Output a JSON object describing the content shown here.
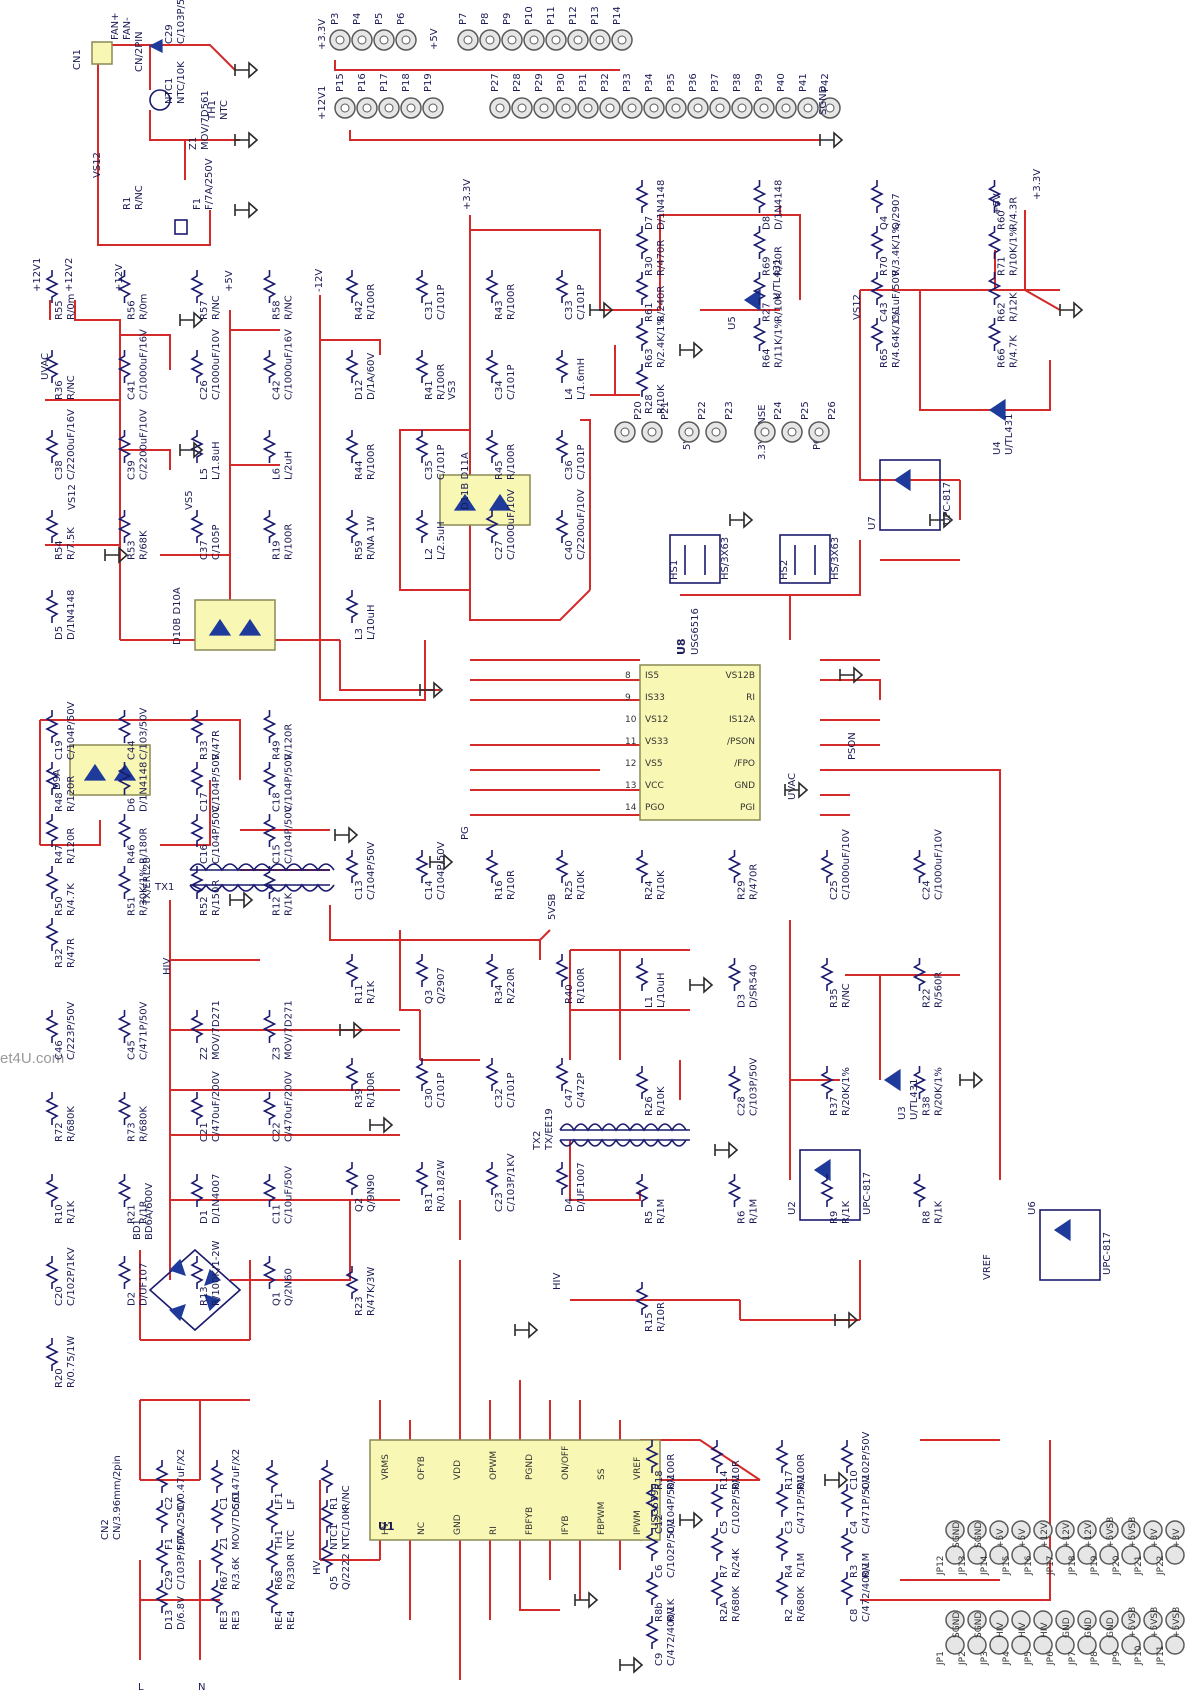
{
  "watermark": "et4U.com",
  "rails": {
    "v12": "+12V",
    "v5": "+5V",
    "v3_3": "+3.3V",
    "vm12": "-12V",
    "v12v1": "+12V1",
    "v12v2": "+12V2",
    "v5sb": "5VSB",
    "uvac": "UVAC",
    "vref": "VREF",
    "hiv": "HIV",
    "pg": "PG",
    "pson": "PSON",
    "vs12": "VS12",
    "vs5": "VS5",
    "vs3": "VS3"
  },
  "ic_u8": {
    "ref": "U8",
    "part": "USG6516",
    "left_pins": [
      "IS5",
      "IS33",
      "VS12",
      "VS33",
      "VS5",
      "VCC",
      "PGO"
    ],
    "left_nums": [
      "8",
      "9",
      "10",
      "11",
      "12",
      "13",
      "14"
    ],
    "right_pins": [
      "VS12B",
      "RI",
      "IS12A",
      "/PSON",
      "/FPO",
      "GND",
      "PGI"
    ]
  },
  "ic_u1": {
    "ref": "U1",
    "part": "USG6799",
    "top_pins": [
      "VRMS",
      "OFYB",
      "VDD",
      "OPWM",
      "PGND",
      "ON/OFF",
      "SS",
      "VREF"
    ],
    "bottom_pins": [
      "HV",
      "NC",
      "GND",
      "RI",
      "FBFYB",
      "IFYB",
      "FBPWM",
      "IPWM"
    ]
  },
  "transformers": [
    {
      "ref": "TX1",
      "part": "TX/ERL28"
    },
    {
      "ref": "TX2",
      "part": "TX/EE19"
    }
  ],
  "connectors": {
    "cn1": {
      "ref": "CN1",
      "pins": [
        "FAN+",
        "FAN-"
      ],
      "part": "CN/2PIN"
    },
    "cn2": {
      "ref": "CN2",
      "part": "CN/3.96mm/2pin"
    },
    "top_row_a": [
      "P3",
      "P4",
      "P5",
      "P6",
      "P7",
      "P8",
      "P9",
      "P10",
      "P11",
      "P12",
      "P13",
      "P14"
    ],
    "top_row_b": [
      "P15",
      "P16",
      "P17",
      "P18",
      "P19",
      "P27",
      "P28",
      "P29",
      "P30",
      "P31",
      "P32",
      "P33",
      "P34",
      "P35",
      "P36",
      "P37",
      "P38",
      "P39",
      "P40",
      "P41",
      "P42"
    ],
    "sense_pins": [
      "P20",
      "P21",
      "P22",
      "P23",
      "P24",
      "P25",
      "P26"
    ],
    "jp_row_1": [
      "JP12",
      "JP13",
      "JP14",
      "JP15",
      "JP16",
      "JP17",
      "JP18",
      "JP19",
      "JP20",
      "JP21",
      "JP22"
    ],
    "jp_row_1_nets": [
      "SGND",
      "SGND",
      "+5V",
      "+5V",
      "+12V",
      "+12V",
      "+12V",
      "+5VSB",
      "+5VSB",
      "+3V",
      "+3V"
    ],
    "jp_row_2": [
      "JP1",
      "JP2",
      "JP3",
      "JP4",
      "JP5",
      "JP6",
      "JP7",
      "JP8",
      "JP9",
      "JP10",
      "JP11"
    ],
    "jp_row_2_nets": [
      "SGND",
      "SGND",
      "HIV",
      "HIV",
      "HIV",
      "GND",
      "GND",
      "GND",
      "+5VSB",
      "+5VSB",
      "+5VSB"
    ]
  },
  "rectifiers": [
    {
      "ref": "D9",
      "part": "D9A"
    },
    {
      "ref": "D10",
      "part": "D10B D10A"
    },
    {
      "ref": "D11",
      "part": "D11B D11A"
    },
    {
      "ref": "BD1",
      "part": "BD6A/600V"
    }
  ],
  "optos": [
    {
      "ref": "U7",
      "part": "UPC-817"
    },
    {
      "ref": "U2",
      "part": "UPC-817"
    },
    {
      "ref": "U6",
      "part": "UPC-817"
    }
  ],
  "regulators": [
    {
      "ref": "U5",
      "part": "U/TL431"
    },
    {
      "ref": "U4",
      "part": "U/TL431"
    },
    {
      "ref": "U3",
      "part": "U/TL431"
    }
  ],
  "heatsinks": [
    {
      "ref": "HS1",
      "part": "HS/3X63"
    },
    {
      "ref": "HS2",
      "part": "HS/3X63"
    }
  ],
  "components": [
    {
      "ref": "R55",
      "val": "R/0m"
    },
    {
      "ref": "R56",
      "val": "R/0m"
    },
    {
      "ref": "R57",
      "val": "R/NC"
    },
    {
      "ref": "R58",
      "val": "R/NC"
    },
    {
      "ref": "R36",
      "val": "R/NC"
    },
    {
      "ref": "C41",
      "val": "C/1000uF/16V"
    },
    {
      "ref": "C26",
      "val": "C/1000uF/10V"
    },
    {
      "ref": "C42",
      "val": "C/1000uF/16V"
    },
    {
      "ref": "C38",
      "val": "C/2200uF/16V"
    },
    {
      "ref": "C39",
      "val": "C/2200uF/10V"
    },
    {
      "ref": "L5",
      "val": "L/1.8uH"
    },
    {
      "ref": "L6",
      "val": "L/2uH"
    },
    {
      "ref": "R54",
      "val": "R/7.5K"
    },
    {
      "ref": "R53",
      "val": "R/68K"
    },
    {
      "ref": "C37",
      "val": "C/105P"
    },
    {
      "ref": "R19",
      "val": "R/100R"
    },
    {
      "ref": "D5",
      "val": "D/1N4148"
    },
    {
      "ref": "R42",
      "val": "R/100R"
    },
    {
      "ref": "C31",
      "val": "C/101P"
    },
    {
      "ref": "R43",
      "val": "R/100R"
    },
    {
      "ref": "C33",
      "val": "C/101P"
    },
    {
      "ref": "D12",
      "val": "D/1A/60V"
    },
    {
      "ref": "R41",
      "val": "R/100R"
    },
    {
      "ref": "C34",
      "val": "C/101P"
    },
    {
      "ref": "L4",
      "val": "L/1.6mH"
    },
    {
      "ref": "R44",
      "val": "R/100R"
    },
    {
      "ref": "C35",
      "val": "C/101P"
    },
    {
      "ref": "R45",
      "val": "R/100R"
    },
    {
      "ref": "C36",
      "val": "C/101P"
    },
    {
      "ref": "R59",
      "val": "R/NA 1W"
    },
    {
      "ref": "L2",
      "val": "L/2.5uH"
    },
    {
      "ref": "C27",
      "val": "C/1000uF/10V"
    },
    {
      "ref": "C40",
      "val": "C/2200uF/10V"
    },
    {
      "ref": "L3",
      "val": "L/10uH"
    },
    {
      "ref": "D7",
      "val": "D/1N4148"
    },
    {
      "ref": "D8",
      "val": "D/1N4148"
    },
    {
      "ref": "Q4",
      "val": "Q/2907"
    },
    {
      "ref": "R60",
      "val": "R/4.3R"
    },
    {
      "ref": "R30",
      "val": "R/470R"
    },
    {
      "ref": "R69",
      "val": "R/20R"
    },
    {
      "ref": "R70",
      "val": "R/3.4K/1%"
    },
    {
      "ref": "R71",
      "val": "R/10K/1%"
    },
    {
      "ref": "R61",
      "val": "R/240R"
    },
    {
      "ref": "R27",
      "val": "R/10K"
    },
    {
      "ref": "C43",
      "val": "C/1uF/50V"
    },
    {
      "ref": "R62",
      "val": "R/12K"
    },
    {
      "ref": "R63",
      "val": "R/2.4K/1%"
    },
    {
      "ref": "R64",
      "val": "R/11K/1%"
    },
    {
      "ref": "R65",
      "val": "R/4.64K/1%"
    },
    {
      "ref": "R66",
      "val": "R/4.7K"
    },
    {
      "ref": "R28",
      "val": "R/10K"
    },
    {
      "ref": "C19",
      "val": "C/104P/50V"
    },
    {
      "ref": "C44",
      "val": "C/103/50V"
    },
    {
      "ref": "R33",
      "val": "R/47R"
    },
    {
      "ref": "R49",
      "val": "R/120R"
    },
    {
      "ref": "R48",
      "val": "R/120R"
    },
    {
      "ref": "D6",
      "val": "D/1N4148"
    },
    {
      "ref": "C17",
      "val": "C/104P/50V"
    },
    {
      "ref": "C18",
      "val": "C/104P/50V"
    },
    {
      "ref": "R47",
      "val": "R/120R"
    },
    {
      "ref": "R46",
      "val": "R/180R"
    },
    {
      "ref": "C16",
      "val": "C/104P/50V"
    },
    {
      "ref": "C15",
      "val": "C/104P/50V"
    },
    {
      "ref": "R50",
      "val": "R/4.7K"
    },
    {
      "ref": "R51",
      "val": "R/30K/1%"
    },
    {
      "ref": "R52",
      "val": "R/150R"
    },
    {
      "ref": "R12",
      "val": "R/1K"
    },
    {
      "ref": "R32",
      "val": "R/47R"
    },
    {
      "ref": "C13",
      "val": "C/104P/50V"
    },
    {
      "ref": "C14",
      "val": "C/104P/50V"
    },
    {
      "ref": "R16",
      "val": "R/10R"
    },
    {
      "ref": "R25",
      "val": "R/10K"
    },
    {
      "ref": "R11",
      "val": "R/1K"
    },
    {
      "ref": "Q3",
      "val": "Q/2907"
    },
    {
      "ref": "R34",
      "val": "R/220R"
    },
    {
      "ref": "R40",
      "val": "R/100R"
    },
    {
      "ref": "R39",
      "val": "R/100R"
    },
    {
      "ref": "C30",
      "val": "C/101P"
    },
    {
      "ref": "C32",
      "val": "C/101P"
    },
    {
      "ref": "C47",
      "val": "C/472P"
    },
    {
      "ref": "Q2",
      "val": "Q/9N90"
    },
    {
      "ref": "R31",
      "val": "R/0.18/2W"
    },
    {
      "ref": "C23",
      "val": "C/103P/1KV"
    },
    {
      "ref": "D4",
      "val": "D/UF1007"
    },
    {
      "ref": "R23",
      "val": "R/47K/3W"
    },
    {
      "ref": "R24",
      "val": "R/10K"
    },
    {
      "ref": "R29",
      "val": "R/470R"
    },
    {
      "ref": "C25",
      "val": "C/1000uF/10V"
    },
    {
      "ref": "C24",
      "val": "C/1000uF/10V"
    },
    {
      "ref": "L1",
      "val": "L/10uH"
    },
    {
      "ref": "D3",
      "val": "D/SR540"
    },
    {
      "ref": "R35",
      "val": "R/NC"
    },
    {
      "ref": "R22",
      "val": "R/560R"
    },
    {
      "ref": "R26",
      "val": "R/10K"
    },
    {
      "ref": "C28",
      "val": "C/103P/50V"
    },
    {
      "ref": "R37",
      "val": "R/20K/1%"
    },
    {
      "ref": "R38",
      "val": "R/20K/1%"
    },
    {
      "ref": "R5",
      "val": "R/1M"
    },
    {
      "ref": "R6",
      "val": "R/1M"
    },
    {
      "ref": "R9",
      "val": "R/1K"
    },
    {
      "ref": "R8",
      "val": "R/1K"
    },
    {
      "ref": "R15",
      "val": "R/10R"
    },
    {
      "ref": "C46",
      "val": "C/223P/50V"
    },
    {
      "ref": "C45",
      "val": "C/471P/50V"
    },
    {
      "ref": "Z2",
      "val": "MOV/7D271"
    },
    {
      "ref": "Z3",
      "val": "MOV/7D271"
    },
    {
      "ref": "R72",
      "val": "R/680K"
    },
    {
      "ref": "R73",
      "val": "R/680K"
    },
    {
      "ref": "C21",
      "val": "C/470uF/200V"
    },
    {
      "ref": "C22",
      "val": "C/470uF/200V"
    },
    {
      "ref": "R10",
      "val": "R/1K"
    },
    {
      "ref": "R21",
      "val": "R/1R"
    },
    {
      "ref": "D1",
      "val": "D/1N4007"
    },
    {
      "ref": "C11",
      "val": "C/10uF/50V"
    },
    {
      "ref": "C20",
      "val": "C/102P/1KV"
    },
    {
      "ref": "D2",
      "val": "D/UF107"
    },
    {
      "ref": "R13",
      "val": "R/100K/1-2W"
    },
    {
      "ref": "Q1",
      "val": "Q/2N60"
    },
    {
      "ref": "R20",
      "val": "R/0.75/1W"
    },
    {
      "ref": "R18",
      "val": "R/100R"
    },
    {
      "ref": "R14",
      "val": "R/10R"
    },
    {
      "ref": "R17",
      "val": "R/100R"
    },
    {
      "ref": "C10",
      "val": "C/102P/50V"
    },
    {
      "ref": "C12",
      "val": "C/104P/50V"
    },
    {
      "ref": "C5",
      "val": "C/102P/50V"
    },
    {
      "ref": "C3",
      "val": "C/471P/50V"
    },
    {
      "ref": "C4",
      "val": "C/471P/50V"
    },
    {
      "ref": "C6",
      "val": "C/102P/50V"
    },
    {
      "ref": "R7",
      "val": "R/24K"
    },
    {
      "ref": "R4",
      "val": "R/1M"
    },
    {
      "ref": "R3",
      "val": "R/1M"
    },
    {
      "ref": "R8b",
      "val": "R/1K"
    },
    {
      "ref": "R2A",
      "val": "R/680K"
    },
    {
      "ref": "R2",
      "val": "R/680K"
    },
    {
      "ref": "C8",
      "val": "C/472/400V"
    },
    {
      "ref": "C9",
      "val": "C/472/400V"
    },
    {
      "ref": "C2",
      "val": "C/0.47uF/X2"
    },
    {
      "ref": "C1",
      "val": "C/0.47uF/X2"
    },
    {
      "ref": "LF1",
      "val": "LF"
    },
    {
      "ref": "R1",
      "val": "R/NC"
    },
    {
      "ref": "F1",
      "val": "F/7A/250V"
    },
    {
      "ref": "Z1",
      "val": "MOV/7D561"
    },
    {
      "ref": "TH1",
      "val": "NTC"
    },
    {
      "ref": "NTC1",
      "val": "NTC/10K"
    },
    {
      "ref": "C29",
      "val": "C/103P/50V"
    },
    {
      "ref": "R67",
      "val": "R/3.6K"
    },
    {
      "ref": "R68",
      "val": "R/330R"
    },
    {
      "ref": "Q5",
      "val": "Q/2222"
    },
    {
      "ref": "D13",
      "val": "D/6.8V"
    },
    {
      "ref": "RE3",
      "val": "RE3"
    },
    {
      "ref": "RE4",
      "val": "RE4"
    }
  ],
  "terminals": {
    "l": "L",
    "n": "N",
    "sgnd": "SGND",
    "v5sb_label": "5VSB",
    "sense_3v": "3.3VSENSE",
    "pgi": "PG"
  }
}
